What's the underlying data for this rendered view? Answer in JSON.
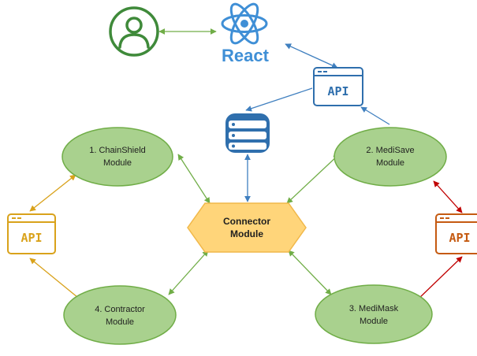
{
  "colors": {
    "module_fill": "#a9d18e",
    "module_stroke": "#70ad47",
    "connector_fill": "#ffd57a",
    "connector_stroke": "#f1b84a",
    "green_link": "#70ad47",
    "blue_link": "#3f7fbf",
    "orange_link": "#d9a21b",
    "red_link": "#c00000",
    "user_icon": "#3f8a3a",
    "react_blue": "#3f8fd6",
    "api_top_blue": "#2f6fad",
    "api_left_gold": "#d9a21b",
    "api_right_orange": "#c55a11",
    "database_blue": "#2f6fad"
  },
  "react": {
    "label": "React"
  },
  "api_top": {
    "label": "API"
  },
  "api_left": {
    "label": "API"
  },
  "api_right": {
    "label": "API"
  },
  "connector": {
    "line1": "Connector",
    "line2": "Module"
  },
  "modules": [
    {
      "line1": "1. ChainShield",
      "line2": "Module"
    },
    {
      "line1": "2. MediSave",
      "line2": "Module"
    },
    {
      "line1": "3. MediMask",
      "line2": "Module"
    },
    {
      "line1": "4. Contractor",
      "line2": "Module"
    }
  ],
  "icons": {
    "user": "user-icon",
    "react": "react-logo-icon",
    "database": "database-icon",
    "api": "api-window-icon"
  }
}
